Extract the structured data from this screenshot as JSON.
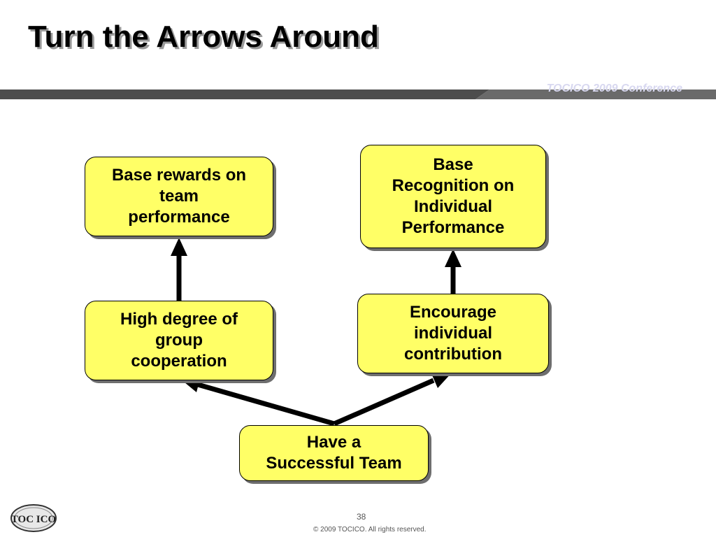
{
  "title": "Turn the Arrows Around",
  "header": {
    "conference": "TOCICO 2009 Conference"
  },
  "diagram": {
    "nodes": {
      "rewards": "Base rewards on\nteam\nperformance",
      "recognition": "Base\nRecognition on\nIndividual\nPerformance",
      "cooperation": "High degree of\ngroup\ncooperation",
      "contribution": "Encourage\nindividual\ncontribution",
      "team": "Have a\nSuccessful Team"
    },
    "colors": {
      "box_fill": "#ffff66",
      "arrow": "#000000",
      "band": "#4d4d4d"
    }
  },
  "footer": {
    "page_number": "38",
    "copyright": "© 2009 TOCICO. All rights reserved.",
    "logo_text": "TOC ICO"
  }
}
